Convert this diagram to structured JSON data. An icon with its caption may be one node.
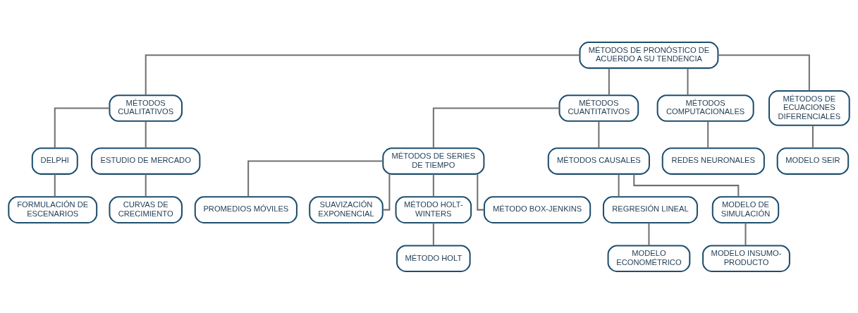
{
  "diagram": {
    "nodes": [
      {
        "text": [
          "MÉTODOS DE PRONÓSTICO DE ACUERDO A SU TENDENCIA"
        ]
      },
      {
        "text": [
          "MÉTODOS CUALITATIVOS"
        ]
      },
      {
        "text": [
          "MÉTODOS CUANTITATIVOS"
        ]
      },
      {
        "text": [
          "MÉTODOS COMPUTACIONALES"
        ]
      },
      {
        "text": [
          "MÉTODOS DE ECUACIONES DIFERENCIALES"
        ]
      },
      {
        "text": [
          "DELPHI"
        ]
      },
      {
        "text": [
          "ESTUDIO DE MERCADO"
        ]
      },
      {
        "text": [
          "FORMULACIÓN DE ESCENARIOS"
        ]
      },
      {
        "text": [
          "CURVAS DE CRECIMIENTO"
        ]
      },
      {
        "text": [
          "MÉTODOS DE SERIES DE TIEMPO"
        ]
      },
      {
        "text": [
          "MÉTODOS CAUSALES"
        ]
      },
      {
        "text": [
          "PROMEDIOS MÓVILES"
        ]
      },
      {
        "text": [
          "SUAVIZACIÓN EXPONENCIAL"
        ]
      },
      {
        "text": [
          "MÉTODO HOLT-WINTERS"
        ]
      },
      {
        "text": [
          "MÉTODO BOX-JENKINS"
        ]
      },
      {
        "text": [
          "MÉTODO HOLT"
        ]
      },
      {
        "text": [
          "REGRESIÓN LINEAL"
        ]
      },
      {
        "text": [
          "MODELO DE SIMULACIÓN"
        ]
      },
      {
        "text": [
          "MODELO ECONOMÉTRICO"
        ]
      },
      {
        "text": [
          "MODELO INSUMO-PRODUCTO"
        ]
      },
      {
        "text": [
          "REDES NEURONALES"
        ]
      },
      {
        "text": [
          "MODELO SEIR"
        ]
      }
    ],
    "edges": [
      {
        "from": 0,
        "to": 1,
        "arrow": "none"
      },
      {
        "from": 0,
        "to": 2,
        "arrow": "none"
      },
      {
        "from": 0,
        "to": 3,
        "arrow": "none"
      },
      {
        "from": 0,
        "to": 4,
        "arrow": "none"
      },
      {
        "from": 1,
        "to": 5,
        "arrow": "none"
      },
      {
        "from": 1,
        "to": 6,
        "arrow": "none"
      },
      {
        "from": 5,
        "to": 7,
        "arrow": "none"
      },
      {
        "from": 6,
        "to": 8,
        "arrow": "none"
      },
      {
        "from": 2,
        "to": 9,
        "arrow": "none"
      },
      {
        "from": 2,
        "to": 10,
        "arrow": "none"
      },
      {
        "from": 9,
        "to": 11,
        "arrow": "none"
      },
      {
        "from": 9,
        "to": 12,
        "arrow": "none"
      },
      {
        "from": 9,
        "to": 13,
        "arrow": "none"
      },
      {
        "from": 9,
        "to": 14,
        "arrow": "none"
      },
      {
        "from": 13,
        "to": 15,
        "arrow": "none"
      },
      {
        "from": 10,
        "to": 16,
        "arrow": "none"
      },
      {
        "from": 10,
        "to": 17,
        "arrow": "none"
      },
      {
        "from": 16,
        "to": 18,
        "arrow": "none"
      },
      {
        "from": 17,
        "to": 19,
        "arrow": "none"
      },
      {
        "from": 3,
        "to": 20,
        "arrow": "none"
      },
      {
        "from": 4,
        "to": 21,
        "arrow": "none"
      }
    ]
  }
}
